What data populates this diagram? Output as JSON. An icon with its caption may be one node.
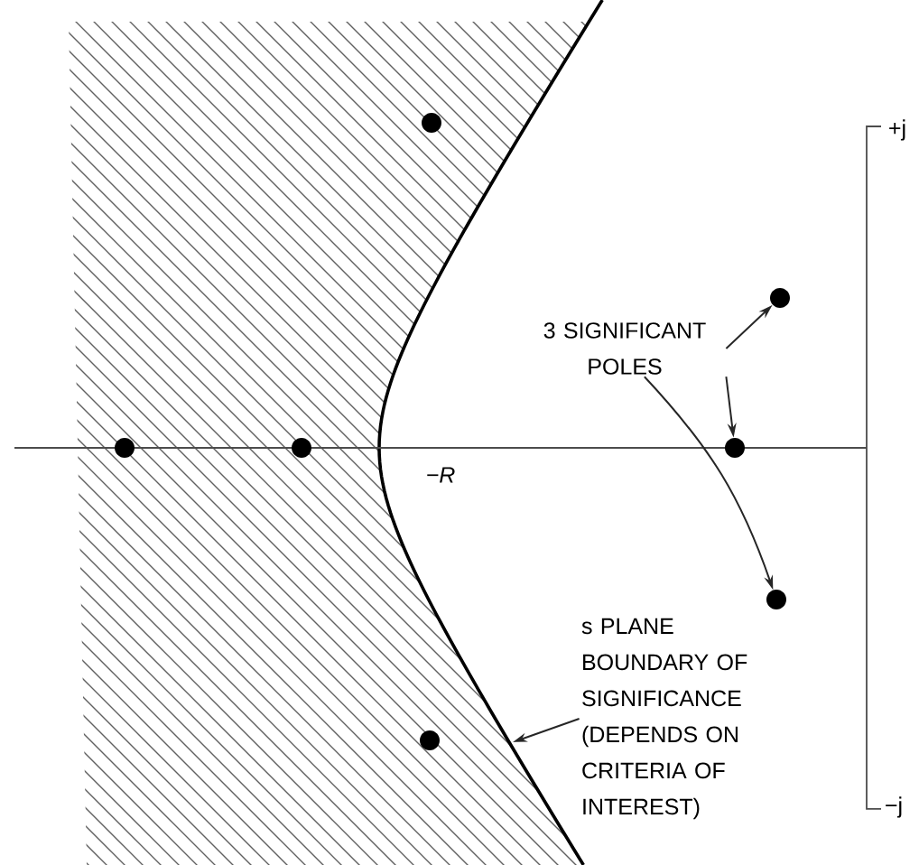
{
  "diagram": {
    "nodes": [
      {
        "text": [
          "3 SIGNIFICANT POLES"
        ]
      },
      {
        "text": [
          "s PLANE BOUNDARY OF SIGNIFICANCE (DEPENDS ON CRITERIA OF INTEREST)"
        ]
      },
      {
        "text": [],
        "shape": "circle"
      },
      {
        "text": [],
        "shape": "circle"
      },
      {
        "text": [],
        "shape": "circle"
      },
      {
        "text": [],
        "shape": "circle"
      },
      {
        "text": [],
        "shape": "circle"
      },
      {
        "text": [],
        "shape": "circle"
      },
      {
        "text": [],
        "shape": "circle"
      }
    ],
    "edges": [
      {
        "from": 0,
        "to": 3,
        "arrow": "to"
      },
      {
        "from": 0,
        "to": 6,
        "arrow": "to"
      },
      {
        "from": 0,
        "to": 7,
        "arrow": "to"
      },
      {
        "from": 1,
        "to": null,
        "arrow": "to"
      }
    ],
    "labels": [
      "−R",
      "+j",
      "−j"
    ]
  }
}
